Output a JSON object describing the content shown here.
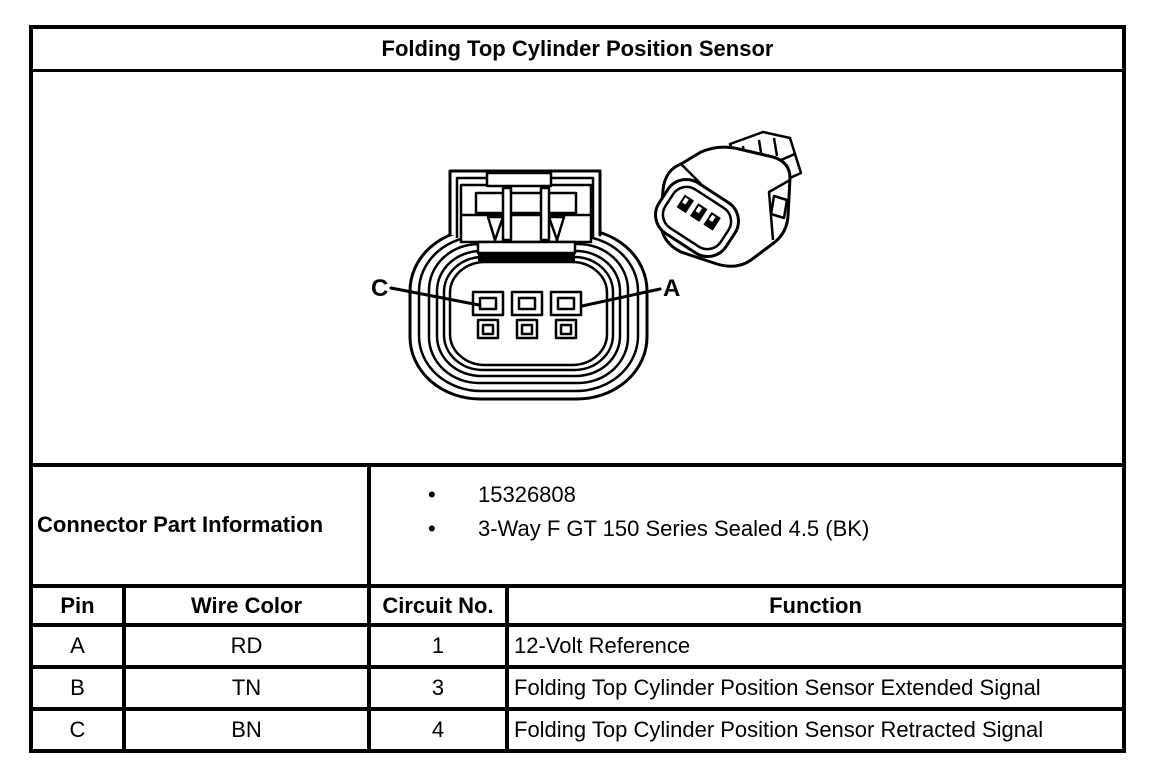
{
  "title": "Folding Top Cylinder Position Sensor",
  "diagram": {
    "terminal_label_left": "C",
    "terminal_label_right": "A",
    "views": [
      "connector-face-view",
      "connector-3d-view"
    ]
  },
  "part_info": {
    "label": "Connector Part Information",
    "items": [
      "15326808",
      "3-Way F GT 150 Series Sealed 4.5 (BK)"
    ],
    "bullet_glyph": "•"
  },
  "pin_table": {
    "headers": [
      "Pin",
      "Wire Color",
      "Circuit No.",
      "Function"
    ],
    "rows": [
      {
        "pin": "A",
        "wire_color": "RD",
        "circuit_no": "1",
        "function": "12-Volt Reference"
      },
      {
        "pin": "B",
        "wire_color": "TN",
        "circuit_no": "3",
        "function": "Folding Top Cylinder Position Sensor Extended Signal"
      },
      {
        "pin": "C",
        "wire_color": "BN",
        "circuit_no": "4",
        "function": "Folding Top Cylinder Position Sensor Retracted Signal"
      }
    ]
  },
  "colors": {
    "ink": "#000000",
    "background": "#ffffff",
    "border": "#000000"
  }
}
